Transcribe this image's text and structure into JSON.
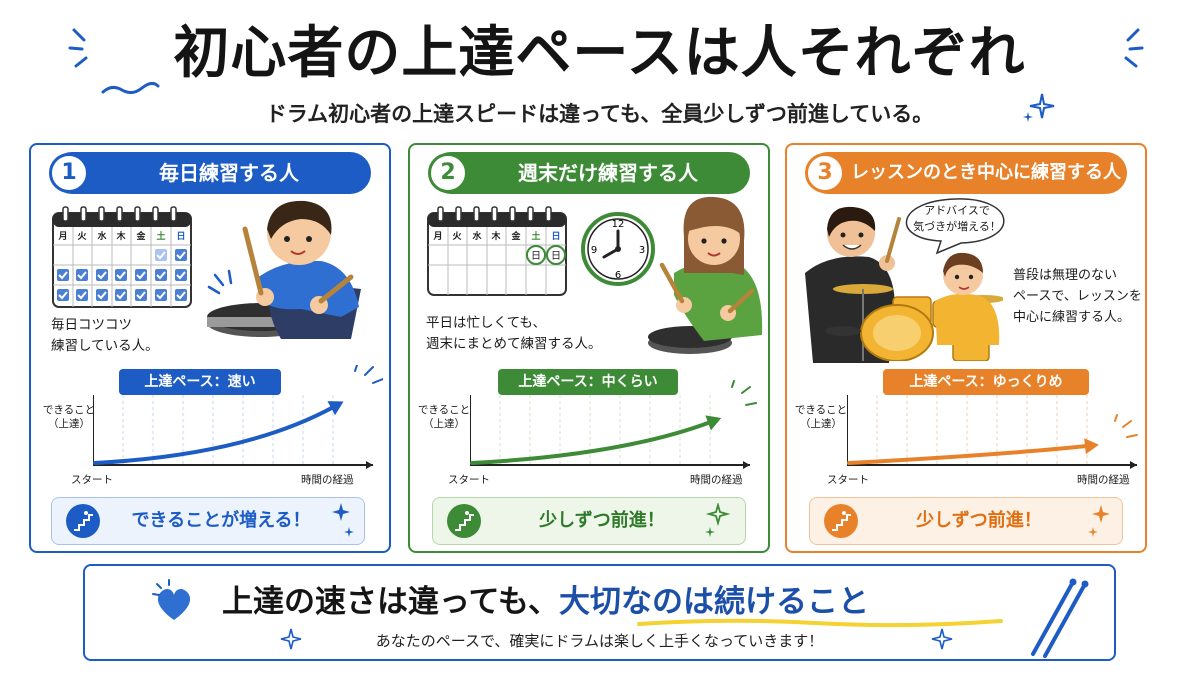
{
  "title": "初心者の上達ペースは人それぞれ",
  "subtitle": "ドラム初心者の上達スピードは違っても、全員少しずつ前進している。",
  "colors": {
    "blue": "#1c5cc4",
    "green": "#3d8b37",
    "orange": "#e8822a",
    "text": "#1b1b1b"
  },
  "cards": [
    {
      "number": "1",
      "header": "毎日練習する人",
      "description": "毎日コツコツ\n練習している人。",
      "calendar_days": [
        "月",
        "火",
        "水",
        "木",
        "金",
        "土",
        "日"
      ],
      "pace": "上達ペース：速い",
      "y_axis": "できること\n（上達）",
      "x_start": "スタート",
      "x_end": "時間の経過",
      "progress_level": 0.82,
      "result": "できることが増える！",
      "icons": [
        "calendar-icon",
        "drummer-icon",
        "stairs-icon"
      ]
    },
    {
      "number": "2",
      "header": "週末だけ練習する人",
      "description": "平日は忙しくても、\n週末にまとめて練習する人。",
      "calendar_days": [
        "月",
        "火",
        "水",
        "木",
        "金",
        "土",
        "日"
      ],
      "calendar_marked": [
        "日",
        "日"
      ],
      "clock_numbers": [
        "12",
        "3",
        "6",
        "9"
      ],
      "pace": "上達ペース：中くらい",
      "y_axis": "できること\n（上達）",
      "x_start": "スタート",
      "x_end": "時間の経過",
      "progress_level": 0.6,
      "result": "少しずつ前進！",
      "icons": [
        "calendar-icon",
        "clock-icon",
        "drummer-icon",
        "stairs-icon"
      ]
    },
    {
      "number": "3",
      "header": "レッスンのとき中心に練習する人",
      "description": "普段は無理のない\nペースで、レッスンを\n中心に練習する人。",
      "speech": "アドバイスで\n気づきが増える！",
      "pace": "上達ペース：ゆっくりめ",
      "y_axis": "できること\n（上達）",
      "x_start": "スタート",
      "x_end": "時間の経過",
      "progress_level": 0.25,
      "result": "少しずつ前進！",
      "icons": [
        "teacher-icon",
        "drum-kit-icon",
        "stairs-icon"
      ]
    }
  ],
  "bottom": {
    "main_prefix": "上達の速さは違っても、",
    "main_highlight": "大切なのは続けること",
    "sub": "あなたのペースで、確実にドラムは楽しく上手くなっていきます！",
    "icons": [
      "heart-icon",
      "drumsticks-icon"
    ]
  }
}
